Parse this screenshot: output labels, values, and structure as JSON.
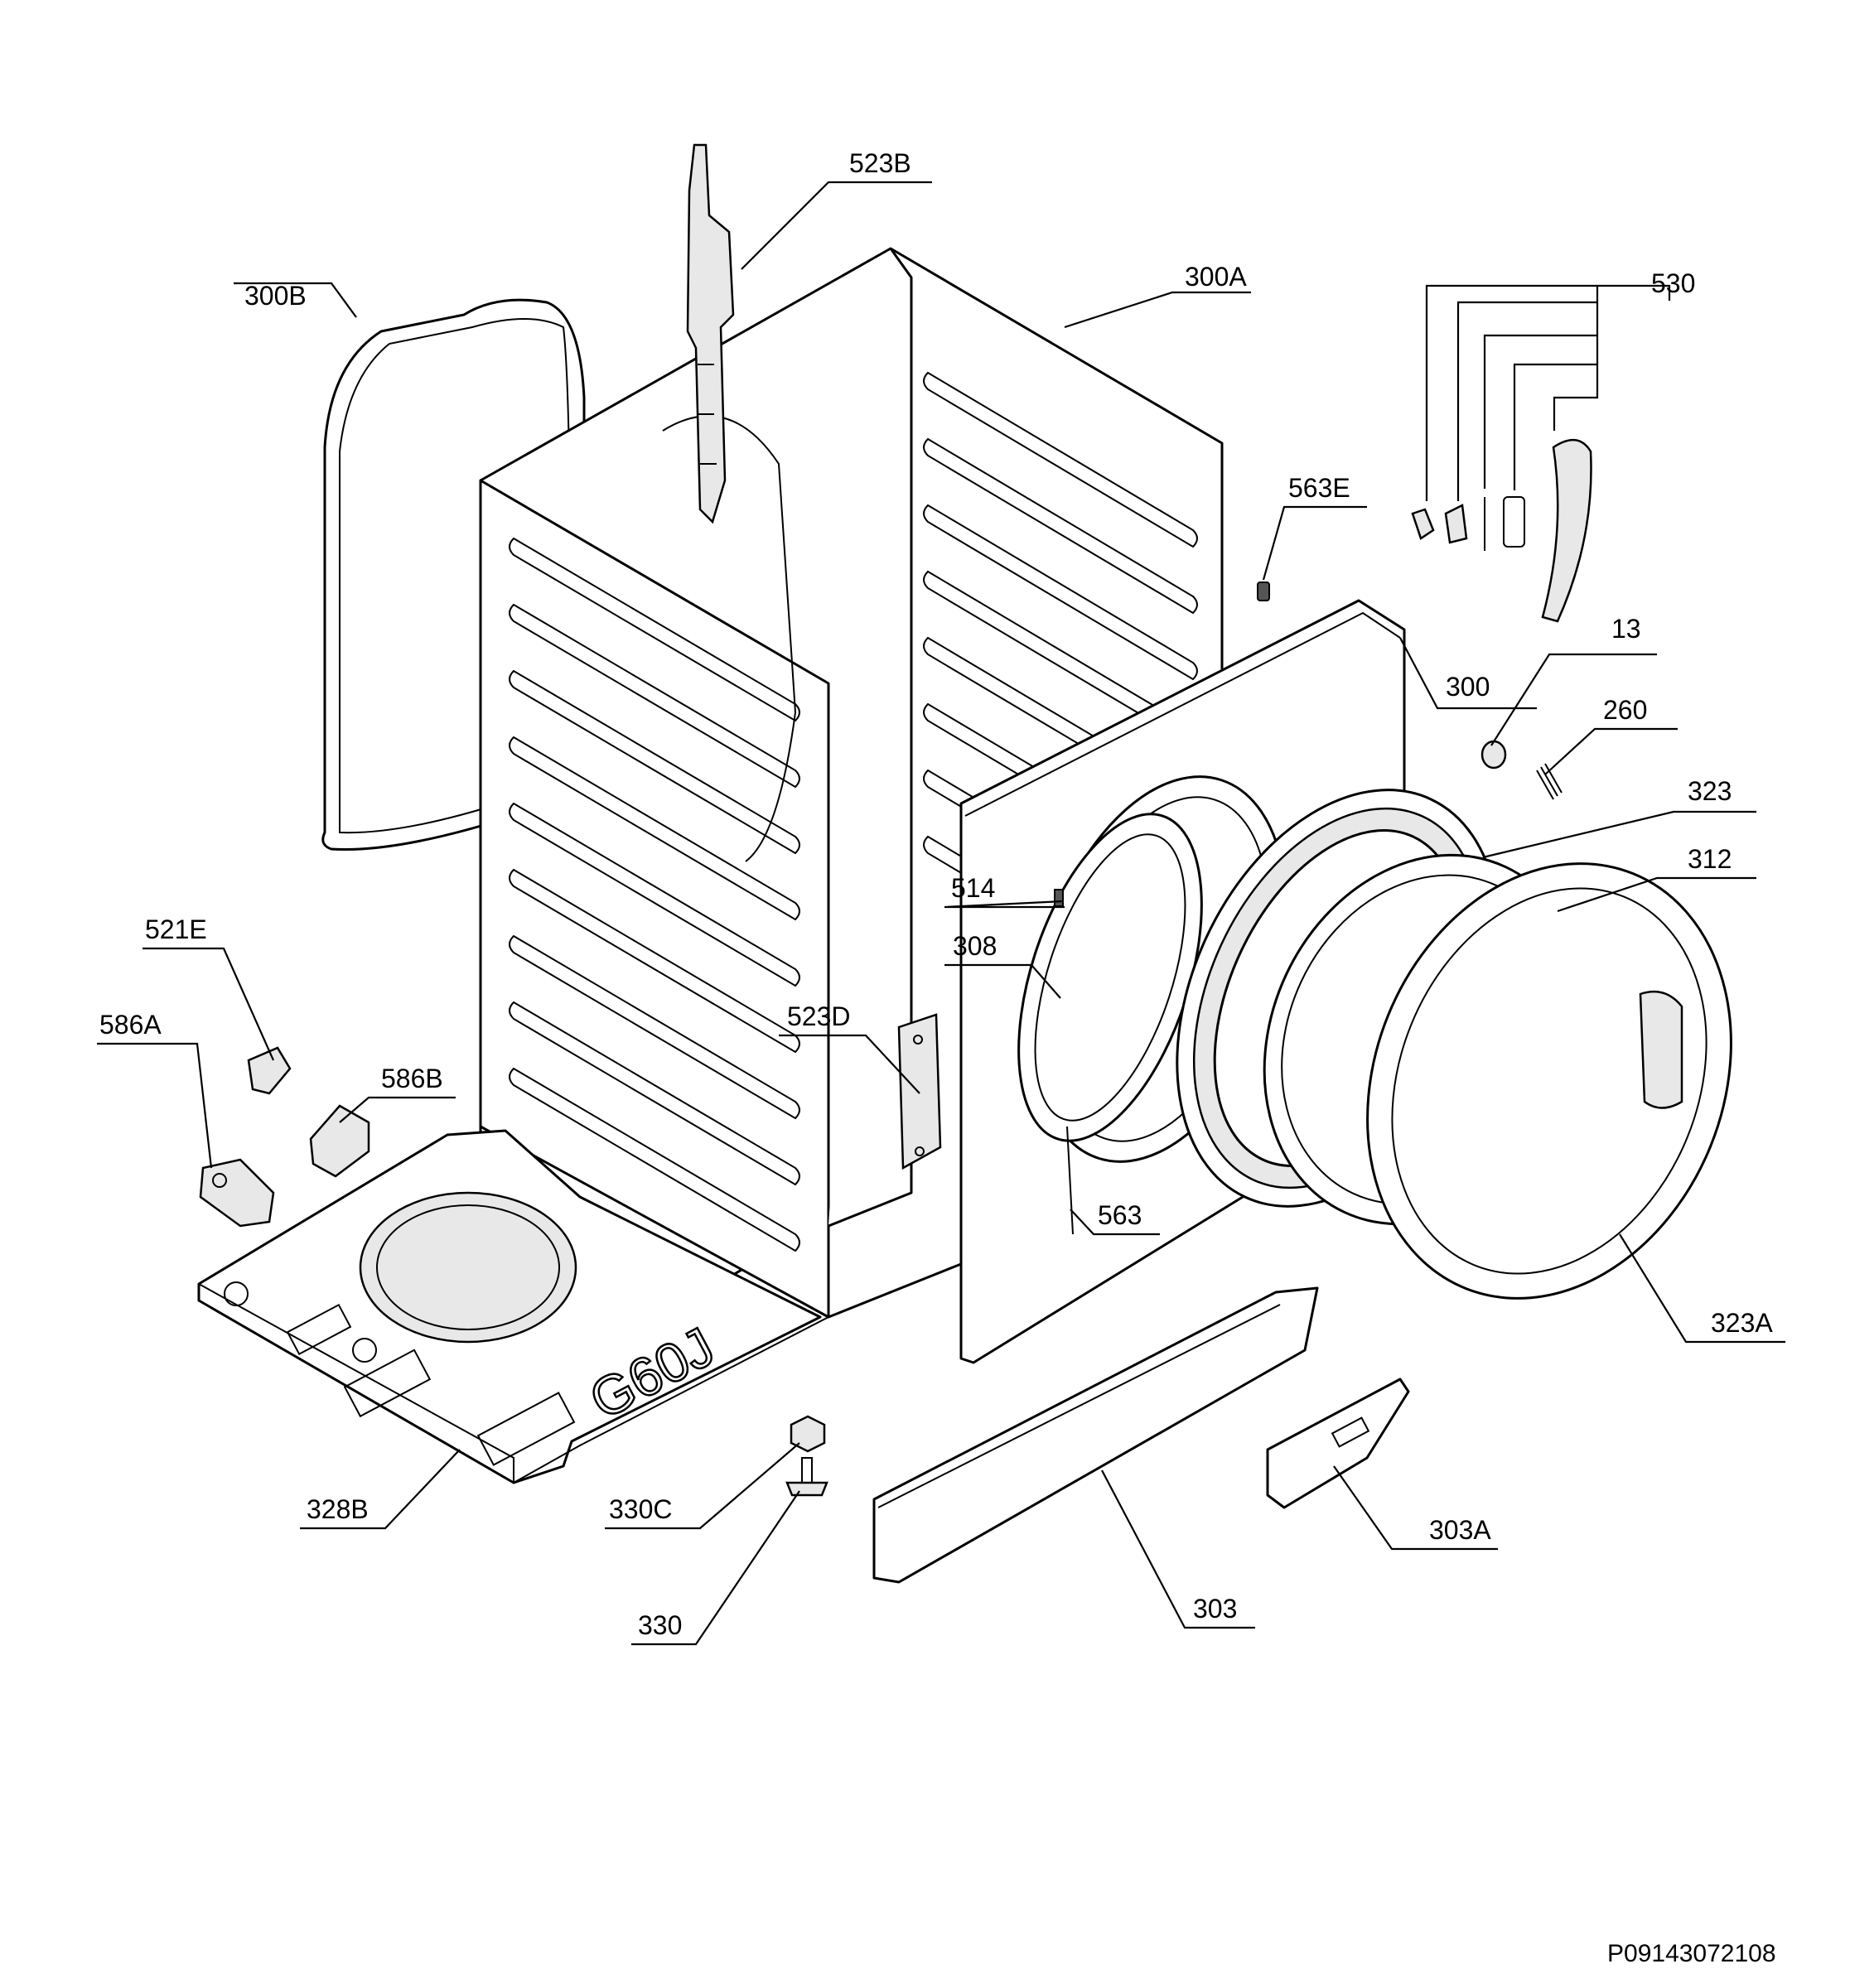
{
  "diagram": {
    "labels": {
      "p523B": "523B",
      "p300B": "300B",
      "p300A": "300A",
      "p530": "530",
      "p563E": "563E",
      "p13": "13",
      "p300": "300",
      "p260": "260",
      "p323": "323",
      "p312": "312",
      "p514": "514",
      "p308": "308",
      "p521E": "521E",
      "p586A": "586A",
      "p586B": "586B",
      "p523D": "523D",
      "p563": "563",
      "p323A": "323A",
      "p328B": "328B",
      "p330C": "330C",
      "p330": "330",
      "p303": "303",
      "p303A": "303A"
    },
    "base_marking": "G60J",
    "drawing_code": "P09143072108"
  }
}
